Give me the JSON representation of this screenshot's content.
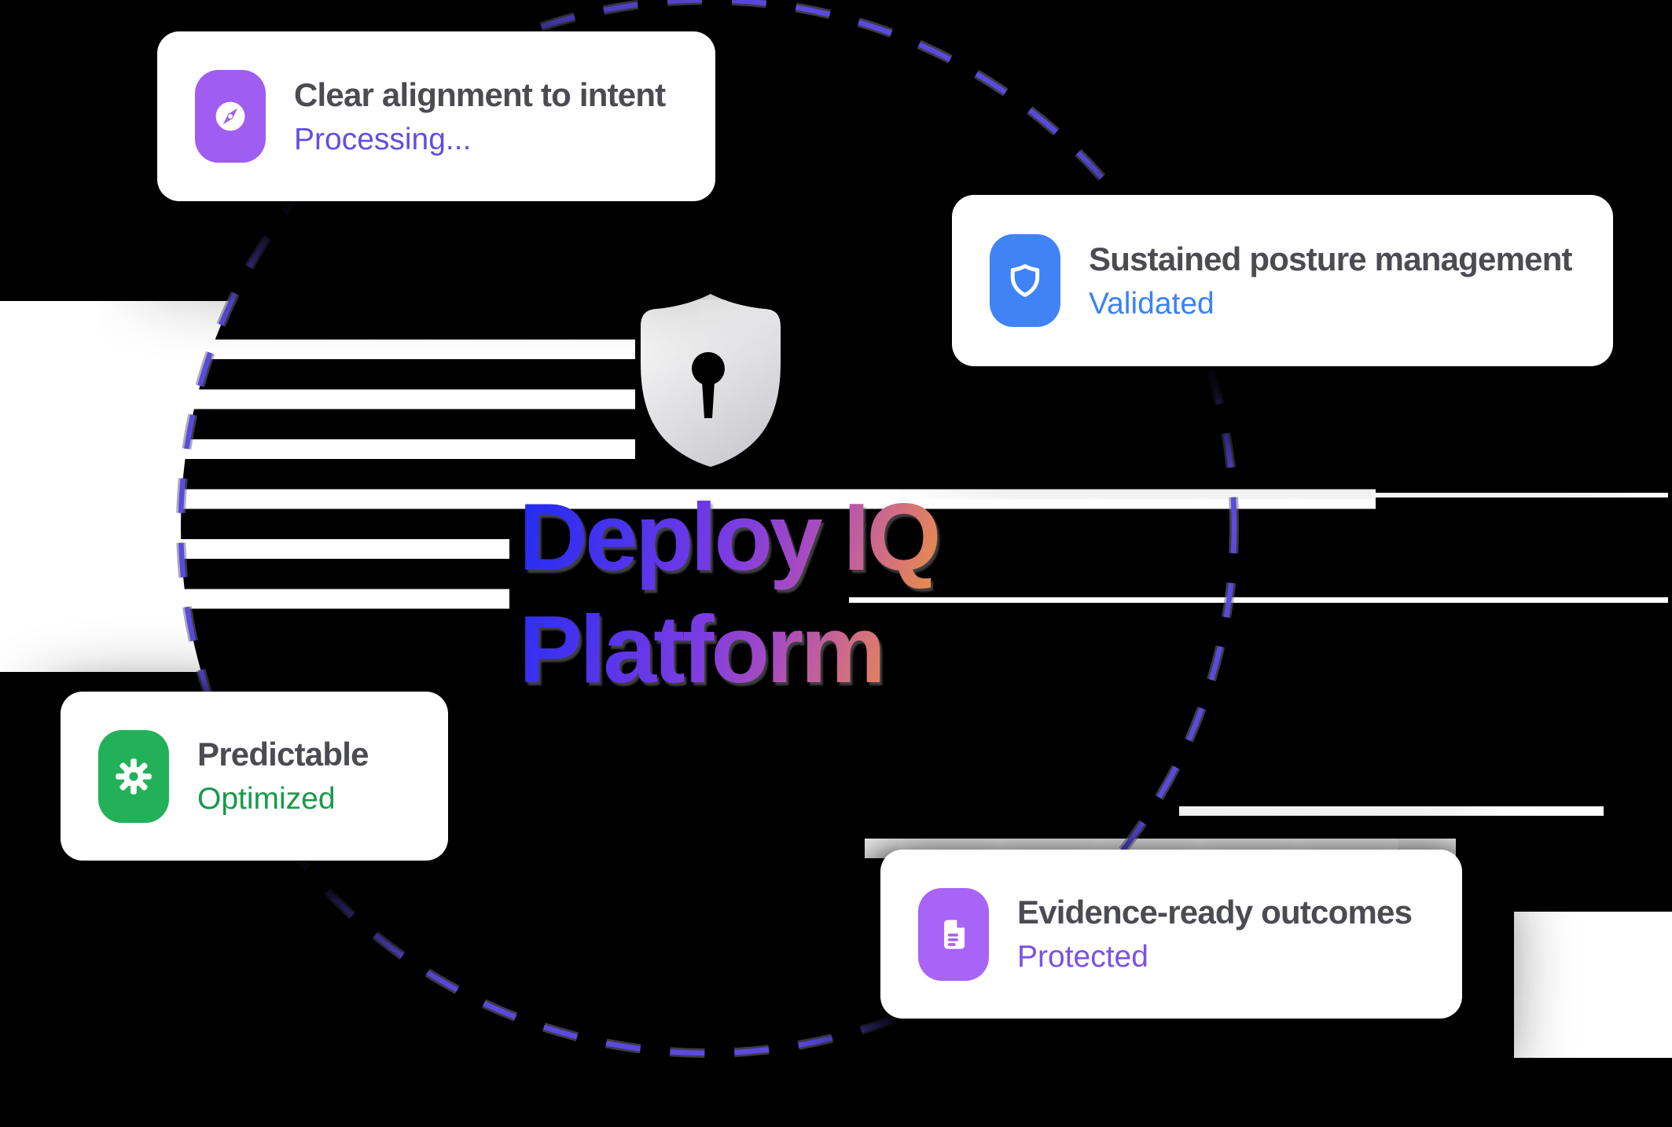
{
  "page_title": "Deploy IQ Platform",
  "hero": {
    "line1": "Deploy IQ",
    "line2": "Platform",
    "gradient_colors": [
      "#1e2bf2",
      "#4a33ee",
      "#7b3ce2",
      "#a94cbe",
      "#d4707f",
      "#f29b2c"
    ]
  },
  "center_icon": {
    "name": "shield-lock-icon",
    "fill_top": "#ffffff",
    "fill_bottom": "#cdcdd1",
    "keyhole_color": "#000000"
  },
  "orbit": {
    "color": "#5b4ae0",
    "halo_color": "#6e6e78"
  },
  "decor": {
    "stripe_color": "#ffffff",
    "background_color": "#000000"
  },
  "cards": [
    {
      "title": "Clear alignment to intent",
      "status": "Processing...",
      "status_color": "#6050e0",
      "tile_color": "#a05df2",
      "icon": "compass"
    },
    {
      "title": "Sustained posture management",
      "status": "Validated",
      "status_color": "#3b82f6",
      "tile_color": "#3f83f7",
      "icon": "shield"
    },
    {
      "title": "Predictable",
      "status": "Optimized",
      "status_color": "#189a4a",
      "tile_color": "#22b158",
      "icon": "gear"
    },
    {
      "title": "Evidence-ready outcomes",
      "status": "Protected",
      "status_color": "#7a52e8",
      "tile_color": "#a863f7",
      "icon": "document"
    }
  ],
  "card_style": {
    "title_color": "#4b4b52",
    "background": "#ffffff"
  }
}
